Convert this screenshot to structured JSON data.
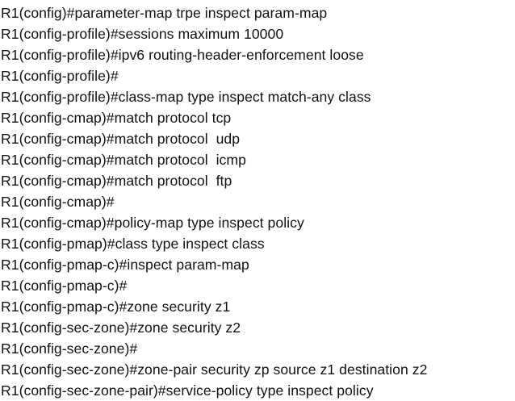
{
  "terminal": {
    "lines": [
      "R1(config)#parameter-map trpe inspect param-map",
      "R1(config-profile)#sessions maximum 10000",
      "R1(config-profile)#ipv6 routing-header-enforcement loose",
      "R1(config-profile)#",
      "R1(config-profile)#class-map type inspect match-any class",
      "R1(config-cmap)#match protocol tcp",
      "R1(config-cmap)#match protocol  udp",
      "R1(config-cmap)#match protocol  icmp",
      "R1(config-cmap)#match protocol  ftp",
      "R1(config-cmap)#",
      "R1(config-cmap)#policy-map type inspect policy",
      "R1(config-pmap)#class type inspect class",
      "R1(config-pmap-c)#inspect param-map",
      "R1(config-pmap-c)#",
      "R1(config-pmap-c)#zone security z1",
      "R1(config-sec-zone)#zone security z2",
      "R1(config-sec-zone)#",
      "R1(config-sec-zone)#zone-pair security zp source z1 destination z2",
      "R1(config-sec-zone-pair)#service-policy type inspect policy"
    ]
  }
}
